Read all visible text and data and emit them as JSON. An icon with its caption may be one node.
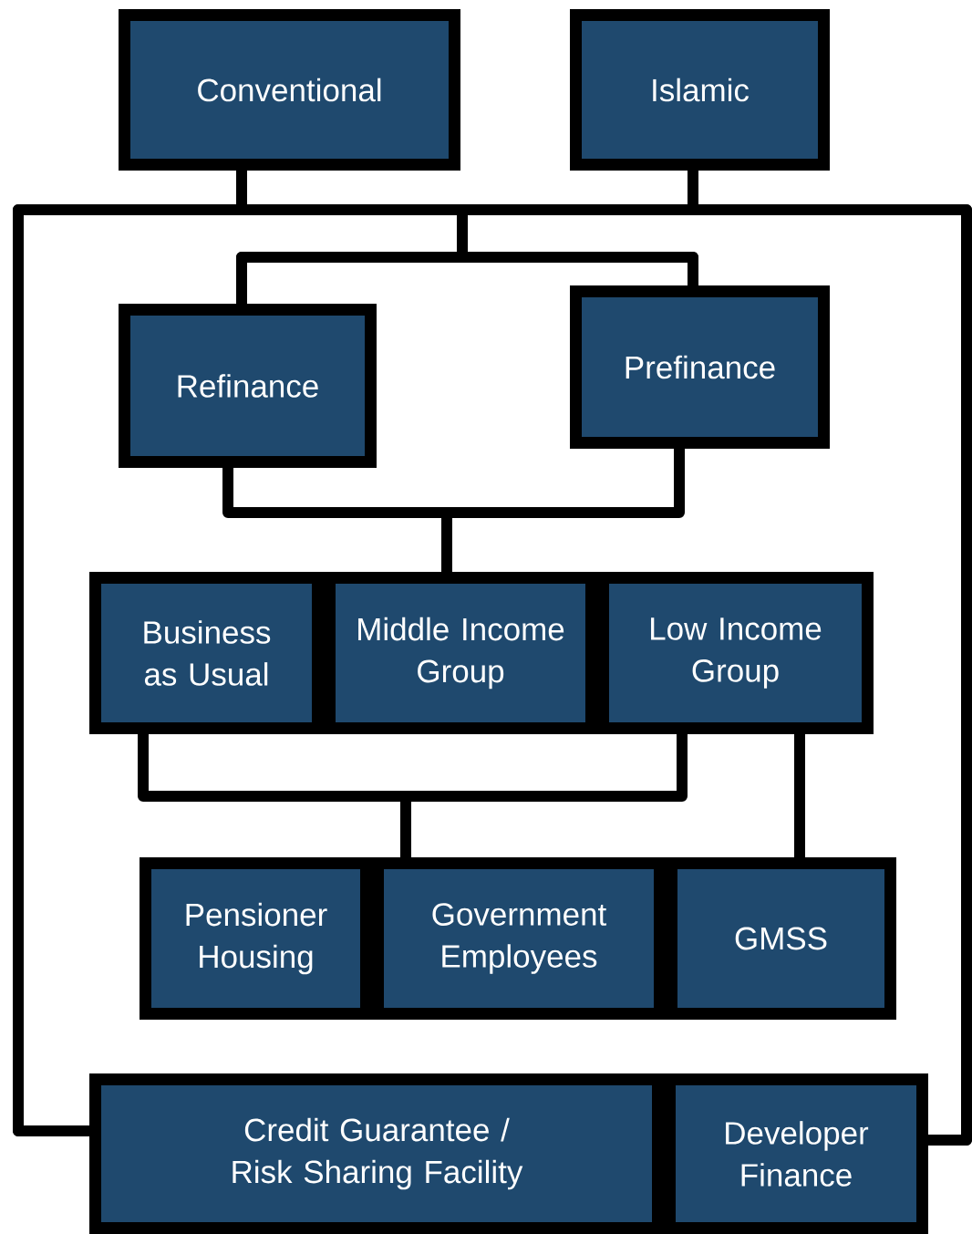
{
  "diagram": {
    "nodes": [
      {
        "text": [
          "Conventional"
        ]
      },
      {
        "text": [
          "Islamic"
        ]
      },
      {
        "text": [
          "Refinance"
        ]
      },
      {
        "text": [
          "Prefinance"
        ]
      },
      {
        "text": [
          "Business as Usual"
        ]
      },
      {
        "text": [
          "Middle Income Group"
        ]
      },
      {
        "text": [
          "Low Income Group"
        ]
      },
      {
        "text": [
          "Pensioner Housing"
        ]
      },
      {
        "text": [
          "Government Employees"
        ]
      },
      {
        "text": [
          "GMSS"
        ]
      },
      {
        "text": [
          "Credit Guarantee / Risk Sharing Facility"
        ]
      },
      {
        "text": [
          "Developer Finance"
        ]
      }
    ],
    "edges": [
      {
        "from": 0,
        "to": 2,
        "arrow": "none"
      },
      {
        "from": 0,
        "to": 3,
        "arrow": "none"
      },
      {
        "from": 1,
        "to": 2,
        "arrow": "none"
      },
      {
        "from": 1,
        "to": 3,
        "arrow": "none"
      },
      {
        "from": 0,
        "to": 10,
        "arrow": "none"
      },
      {
        "from": 1,
        "to": 10,
        "arrow": "none"
      },
      {
        "from": 0,
        "to": 11,
        "arrow": "none"
      },
      {
        "from": 1,
        "to": 11,
        "arrow": "none"
      },
      {
        "from": 2,
        "to": 5,
        "arrow": "none"
      },
      {
        "from": 3,
        "to": 5,
        "arrow": "none"
      },
      {
        "from": 4,
        "to": 8,
        "arrow": "none"
      },
      {
        "from": 6,
        "to": 8,
        "arrow": "none"
      },
      {
        "from": 6,
        "to": 9,
        "arrow": "none"
      }
    ]
  }
}
